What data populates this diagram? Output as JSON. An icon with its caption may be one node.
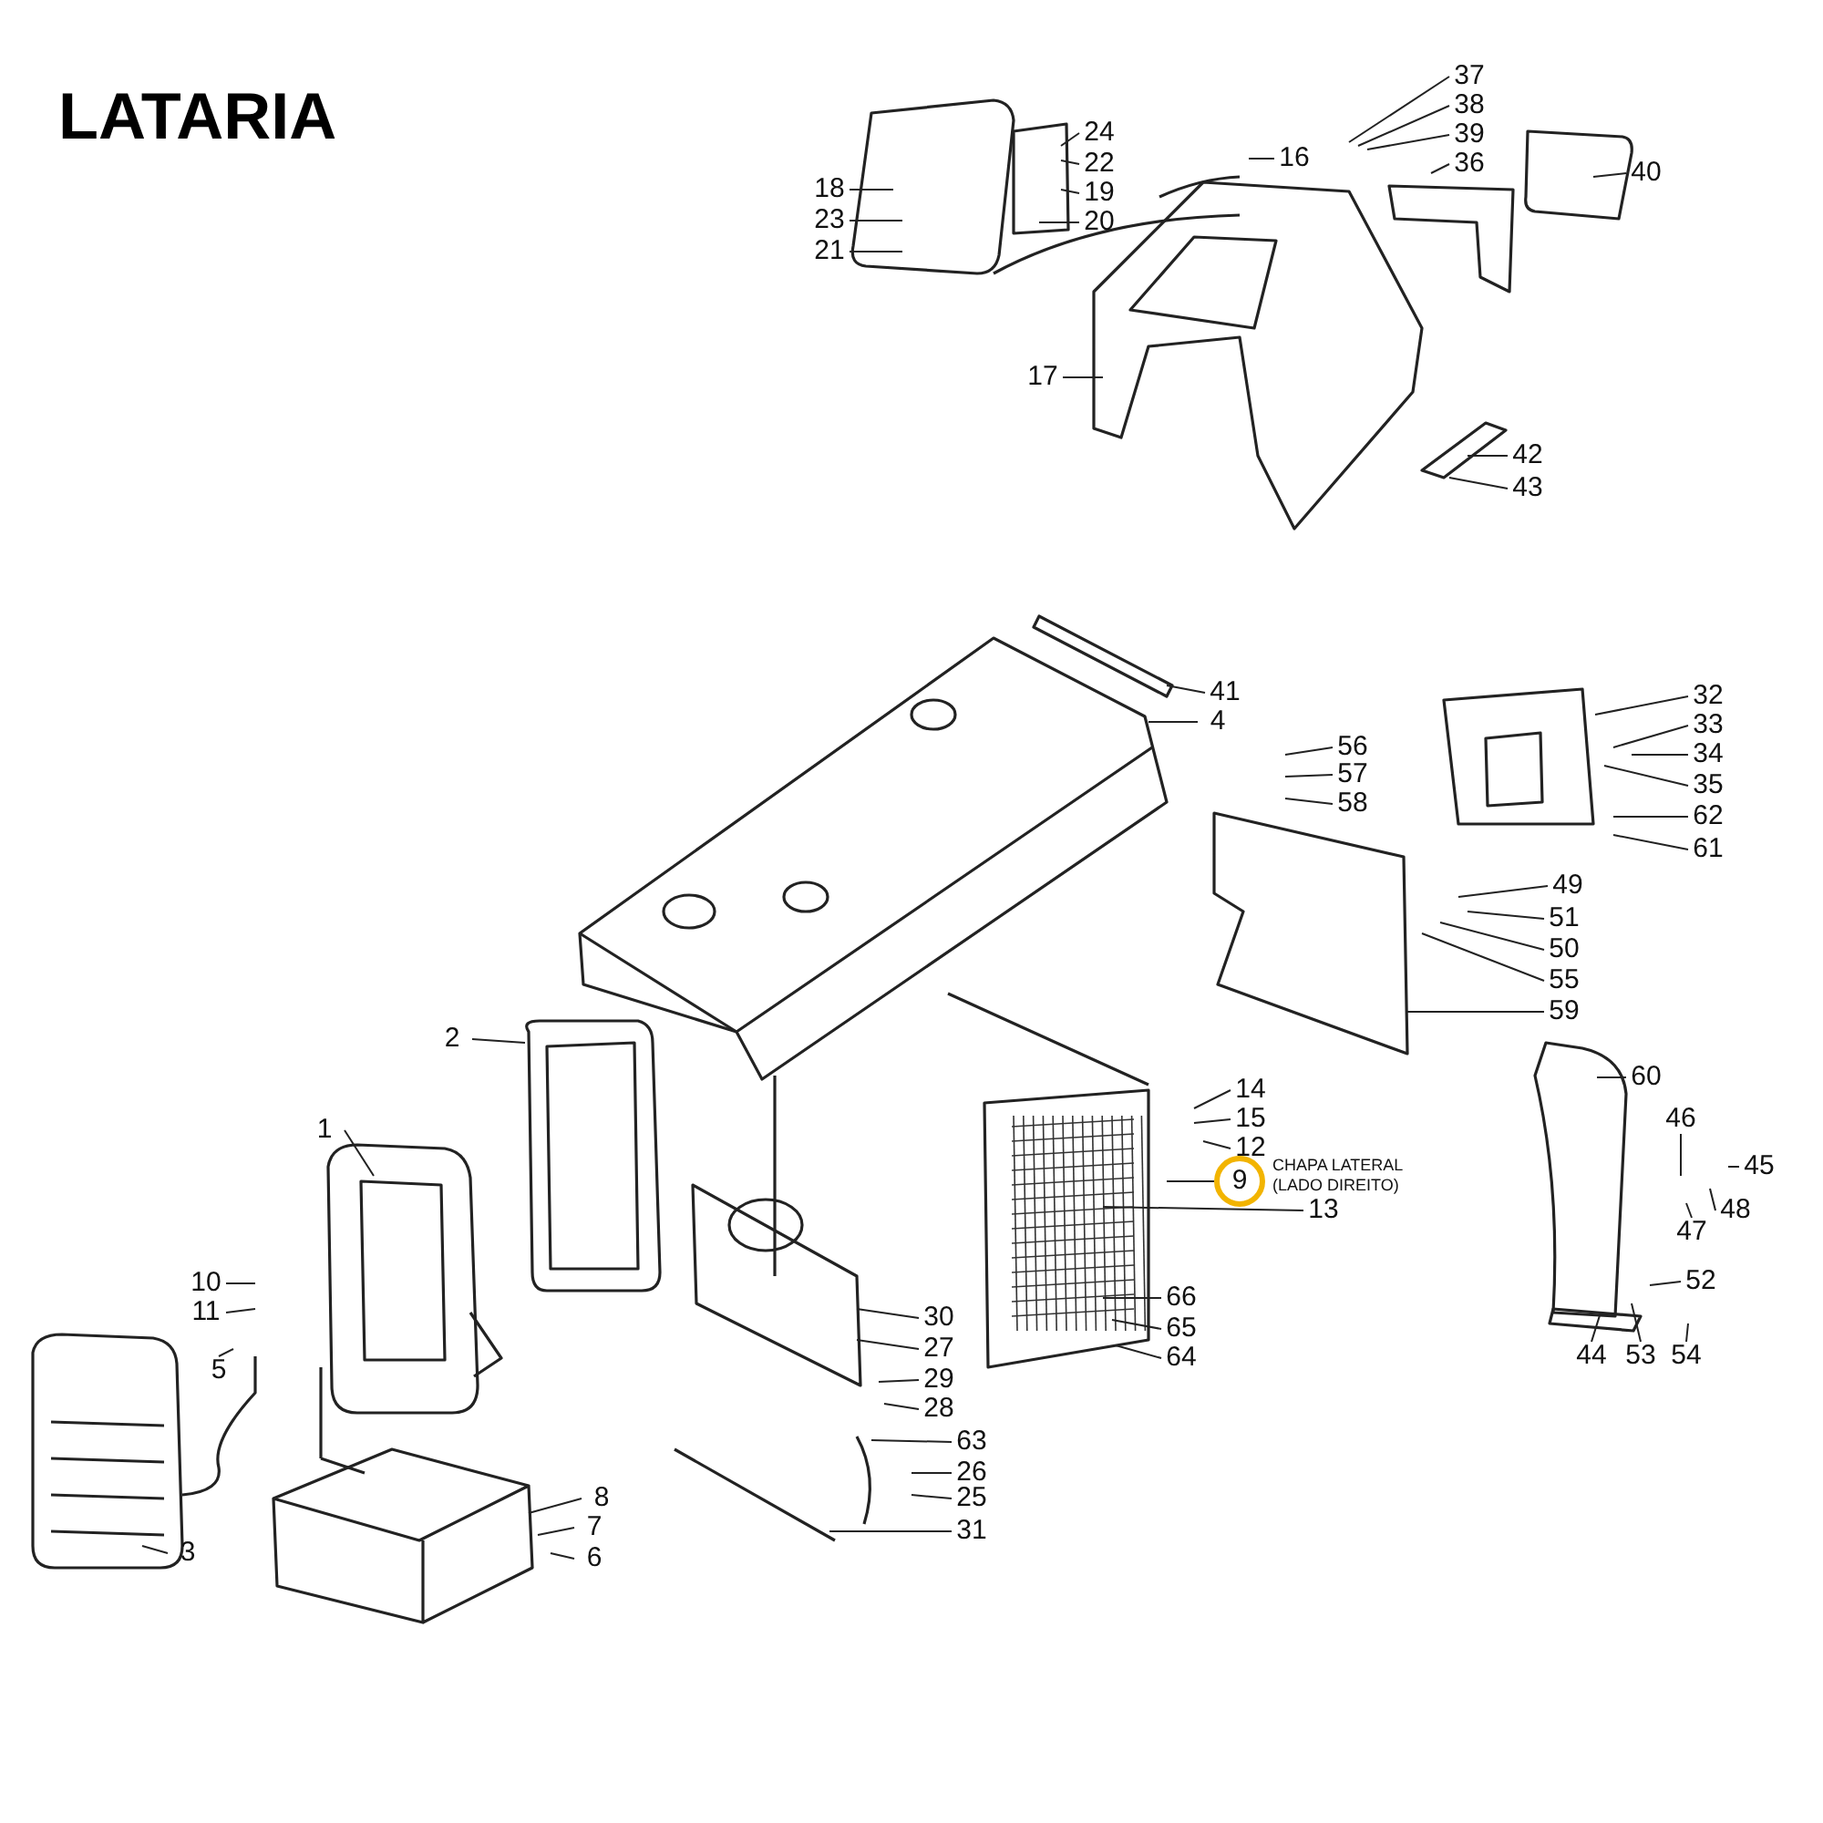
{
  "diagram": {
    "title": "LATARIA",
    "nodes": [
      {
        "text": [
          "37"
        ]
      },
      {
        "text": [
          "38"
        ]
      },
      {
        "text": [
          "39"
        ]
      },
      {
        "text": [
          "36"
        ]
      },
      {
        "text": [
          "40"
        ]
      },
      {
        "text": [
          "16"
        ]
      },
      {
        "text": [
          "24"
        ]
      },
      {
        "text": [
          "22"
        ]
      },
      {
        "text": [
          "19"
        ]
      },
      {
        "text": [
          "20"
        ]
      },
      {
        "text": [
          "18"
        ]
      },
      {
        "text": [
          "23"
        ]
      },
      {
        "text": [
          "21"
        ]
      },
      {
        "text": [
          "17"
        ]
      },
      {
        "text": [
          "42"
        ]
      },
      {
        "text": [
          "43"
        ]
      },
      {
        "text": [
          "41"
        ]
      },
      {
        "text": [
          "4"
        ]
      },
      {
        "text": [
          "56"
        ]
      },
      {
        "text": [
          "57"
        ]
      },
      {
        "text": [
          "58"
        ]
      },
      {
        "text": [
          "32"
        ]
      },
      {
        "text": [
          "33"
        ]
      },
      {
        "text": [
          "34"
        ]
      },
      {
        "text": [
          "35"
        ]
      },
      {
        "text": [
          "62"
        ]
      },
      {
        "text": [
          "61"
        ]
      },
      {
        "text": [
          "49"
        ]
      },
      {
        "text": [
          "51"
        ]
      },
      {
        "text": [
          "50"
        ]
      },
      {
        "text": [
          "55"
        ]
      },
      {
        "text": [
          "59"
        ]
      },
      {
        "text": [
          "60"
        ]
      },
      {
        "text": [
          "46"
        ]
      },
      {
        "text": [
          "45"
        ]
      },
      {
        "text": [
          "48"
        ]
      },
      {
        "text": [
          "47"
        ]
      },
      {
        "text": [
          "52"
        ]
      },
      {
        "text": [
          "44"
        ]
      },
      {
        "text": [
          "53"
        ]
      },
      {
        "text": [
          "54"
        ]
      },
      {
        "text": [
          "14"
        ]
      },
      {
        "text": [
          "15"
        ]
      },
      {
        "text": [
          "12"
        ]
      },
      {
        "text": [
          "9"
        ],
        "beside": [
          "CHAPA LATERAL (LADO DIREITO)"
        ]
      },
      {
        "text": [
          "13"
        ]
      },
      {
        "text": [
          "66"
        ]
      },
      {
        "text": [
          "65"
        ]
      },
      {
        "text": [
          "64"
        ]
      },
      {
        "text": [
          "2"
        ]
      },
      {
        "text": [
          "1"
        ]
      },
      {
        "text": [
          "10"
        ]
      },
      {
        "text": [
          "11"
        ]
      },
      {
        "text": [
          "5"
        ]
      },
      {
        "text": [
          "3"
        ]
      },
      {
        "text": [
          "30"
        ]
      },
      {
        "text": [
          "27"
        ]
      },
      {
        "text": [
          "29"
        ]
      },
      {
        "text": [
          "28"
        ]
      },
      {
        "text": [
          "63"
        ]
      },
      {
        "text": [
          "26"
        ]
      },
      {
        "text": [
          "25"
        ]
      },
      {
        "text": [
          "31"
        ]
      },
      {
        "text": [
          "8"
        ]
      },
      {
        "text": [
          "7"
        ]
      },
      {
        "text": [
          "6"
        ]
      }
    ],
    "edges": [
      {
        "from": 0,
        "to": null,
        "arrow": "none"
      },
      {
        "from": 1,
        "to": null,
        "arrow": "none"
      },
      {
        "from": 2,
        "to": null,
        "arrow": "none"
      },
      {
        "from": 3,
        "to": null,
        "arrow": "none"
      },
      {
        "from": 4,
        "to": null,
        "arrow": "none"
      },
      {
        "from": 5,
        "to": null,
        "arrow": "none"
      },
      {
        "from": 6,
        "to": null,
        "arrow": "none"
      },
      {
        "from": 7,
        "to": null,
        "arrow": "none"
      },
      {
        "from": 8,
        "to": null,
        "arrow": "none"
      },
      {
        "from": 9,
        "to": null,
        "arrow": "none"
      },
      {
        "from": 10,
        "to": null,
        "arrow": "none"
      },
      {
        "from": 11,
        "to": null,
        "arrow": "none"
      },
      {
        "from": 12,
        "to": null,
        "arrow": "none"
      },
      {
        "from": 13,
        "to": null,
        "arrow": "none"
      },
      {
        "from": 14,
        "to": null,
        "arrow": "none"
      },
      {
        "from": 15,
        "to": null,
        "arrow": "none"
      },
      {
        "from": 16,
        "to": null,
        "arrow": "none"
      },
      {
        "from": 17,
        "to": null,
        "arrow": "none"
      },
      {
        "from": 18,
        "to": null,
        "arrow": "none"
      },
      {
        "from": 19,
        "to": null,
        "arrow": "none"
      },
      {
        "from": 20,
        "to": null,
        "arrow": "none"
      },
      {
        "from": 21,
        "to": null,
        "arrow": "none"
      },
      {
        "from": 22,
        "to": null,
        "arrow": "none"
      },
      {
        "from": 23,
        "to": null,
        "arrow": "none"
      },
      {
        "from": 24,
        "to": null,
        "arrow": "none"
      },
      {
        "from": 25,
        "to": null,
        "arrow": "none"
      },
      {
        "from": 26,
        "to": null,
        "arrow": "none"
      },
      {
        "from": 27,
        "to": null,
        "arrow": "none"
      },
      {
        "from": 28,
        "to": null,
        "arrow": "none"
      },
      {
        "from": 29,
        "to": null,
        "arrow": "none"
      },
      {
        "from": 30,
        "to": null,
        "arrow": "none"
      },
      {
        "from": 31,
        "to": null,
        "arrow": "none"
      },
      {
        "from": 32,
        "to": null,
        "arrow": "none"
      },
      {
        "from": 33,
        "to": null,
        "arrow": "none"
      },
      {
        "from": 34,
        "to": null,
        "arrow": "none"
      },
      {
        "from": 35,
        "to": null,
        "arrow": "none"
      },
      {
        "from": 36,
        "to": null,
        "arrow": "none"
      },
      {
        "from": 37,
        "to": null,
        "arrow": "none"
      },
      {
        "from": 38,
        "to": null,
        "arrow": "none"
      },
      {
        "from": 39,
        "to": null,
        "arrow": "none"
      },
      {
        "from": 40,
        "to": null,
        "arrow": "none"
      },
      {
        "from": 41,
        "to": null,
        "arrow": "none"
      },
      {
        "from": 42,
        "to": null,
        "arrow": "none"
      },
      {
        "from": 43,
        "to": null,
        "arrow": "none"
      },
      {
        "from": 44,
        "to": null,
        "arrow": "none"
      },
      {
        "from": 45,
        "to": null,
        "arrow": "none"
      },
      {
        "from": 46,
        "to": null,
        "arrow": "none"
      },
      {
        "from": 47,
        "to": null,
        "arrow": "none"
      },
      {
        "from": 48,
        "to": null,
        "arrow": "none"
      },
      {
        "from": 49,
        "to": null,
        "arrow": "none"
      },
      {
        "from": 50,
        "to": null,
        "arrow": "none"
      },
      {
        "from": 51,
        "to": null,
        "arrow": "none"
      },
      {
        "from": 52,
        "to": null,
        "arrow": "none"
      },
      {
        "from": 53,
        "to": null,
        "arrow": "none"
      },
      {
        "from": 54,
        "to": null,
        "arrow": "none"
      },
      {
        "from": 55,
        "to": null,
        "arrow": "none"
      },
      {
        "from": 56,
        "to": null,
        "arrow": "none"
      },
      {
        "from": 57,
        "to": null,
        "arrow": "none"
      },
      {
        "from": 58,
        "to": null,
        "arrow": "none"
      },
      {
        "from": 59,
        "to": null,
        "arrow": "none"
      },
      {
        "from": 60,
        "to": null,
        "arrow": "none"
      },
      {
        "from": 61,
        "to": null,
        "arrow": "none"
      },
      {
        "from": 62,
        "to": null,
        "arrow": "none"
      },
      {
        "from": 63,
        "to": null,
        "arrow": "none"
      },
      {
        "from": 64,
        "to": null,
        "arrow": "none"
      },
      {
        "from": 65,
        "to": null,
        "arrow": "none"
      }
    ]
  }
}
